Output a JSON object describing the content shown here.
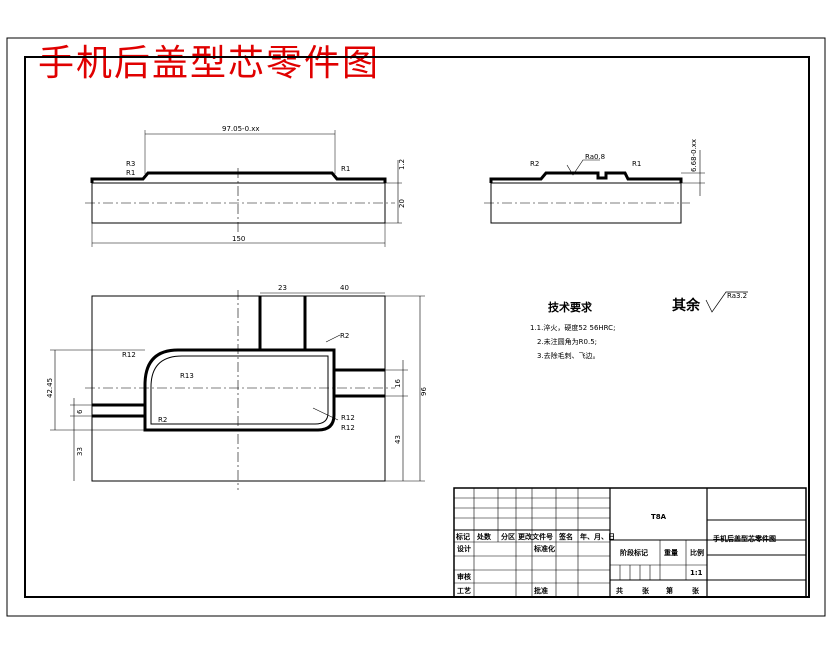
{
  "title": "手机后盖型芯零件图",
  "top_view": {
    "dim_width": "97.05-0.xx",
    "dim_length": "150",
    "dim_height": "20",
    "dim_step": "1.2",
    "labels": [
      "R3",
      "R1",
      "R1"
    ]
  },
  "side_view": {
    "dim_height": "6.68-0.xx",
    "labels": [
      "R2",
      "R1"
    ],
    "roughness": "Ra0.8"
  },
  "plan_view": {
    "dim_23": "23",
    "dim_40": "40",
    "dim_overall_height": "96",
    "dim_16": "16",
    "dim_43": "43",
    "dim_left_upper": "42.45",
    "dim_left_6": "6",
    "dim_left_33": "33",
    "labels": [
      "R12",
      "R13",
      "R2",
      "R2",
      "R12",
      "R12"
    ]
  },
  "tech_requirements": {
    "heading": "技术要求",
    "items": [
      "1.1.淬火，硬度52   56HRC;",
      "2.未注圆角为R0.5;",
      "3.去除毛刺、飞边。"
    ]
  },
  "remaining": {
    "label": "其余",
    "roughness": "Ra3.2"
  },
  "title_block": {
    "material": "T8A",
    "part_name": "手机后盖型芯零件图",
    "header_row": [
      "标记",
      "处数",
      "分区",
      "更改文件号",
      "签名",
      "年、月、日"
    ],
    "design_row": [
      "设计",
      "",
      "标准化"
    ],
    "check_row": [
      "审核"
    ],
    "process_row": [
      "工艺",
      "",
      "批准"
    ],
    "stage_label": "阶段标记",
    "weight_label": "重量",
    "scale_label": "比例",
    "scale_value": "1:1",
    "sheets": [
      "共",
      "张",
      "第",
      "张"
    ]
  },
  "colors": {
    "title": "#e00000",
    "line": "#000000"
  }
}
